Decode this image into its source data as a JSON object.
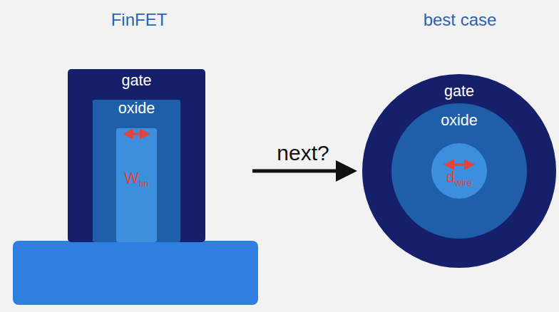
{
  "diagram": {
    "nodes": [
      {
        "text": [
          "gate"
        ]
      },
      {
        "text": [
          "oxide"
        ],
        "in": 0
      },
      {
        "text": [
          "W",
          "fin"
        ],
        "in": 1
      },
      {
        "text": [
          "gate"
        ]
      },
      {
        "text": [
          "oxide"
        ],
        "in": 3
      },
      {
        "text": [
          "d",
          "wire"
        ],
        "in": 4
      }
    ],
    "edges": [
      {
        "from": 0,
        "to": 3,
        "label": "next?",
        "arrow": "to"
      }
    ],
    "labels": [
      "FinFET",
      "best case"
    ]
  }
}
